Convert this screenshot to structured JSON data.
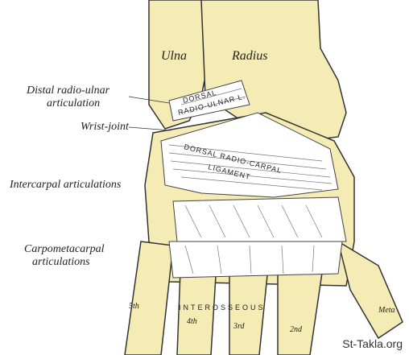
{
  "labels": {
    "ulna": "Ulna",
    "radius": "Radius",
    "distal_radio_ulnar_1": "Distal radio-ulnar",
    "distal_radio_ulnar_2": "articulation",
    "wrist_joint": "Wrist-joint",
    "intercarpal": "Intercarpal articulations",
    "carpometacarpal_1": "Carpometacarpal",
    "carpometacarpal_2": "articulations"
  },
  "ligaments": {
    "dorsal_ru_1": "DORSAL",
    "dorsal_ru_2": "RADIO-ULNAR L.",
    "dorsal_rc_1": "DORSAL RADIO-CARPAL",
    "dorsal_rc_2": "LIGAMENT",
    "interosseous": "INTEROSSEOUS"
  },
  "metacarpals": {
    "fifth": "5th",
    "fourth": "4th",
    "third": "3rd",
    "second": "2nd",
    "first": "Meta"
  },
  "watermark": "St-Takla.org",
  "colors": {
    "bone": "#f4ecb4",
    "ligament": "#ffffff",
    "line": "#333333"
  }
}
